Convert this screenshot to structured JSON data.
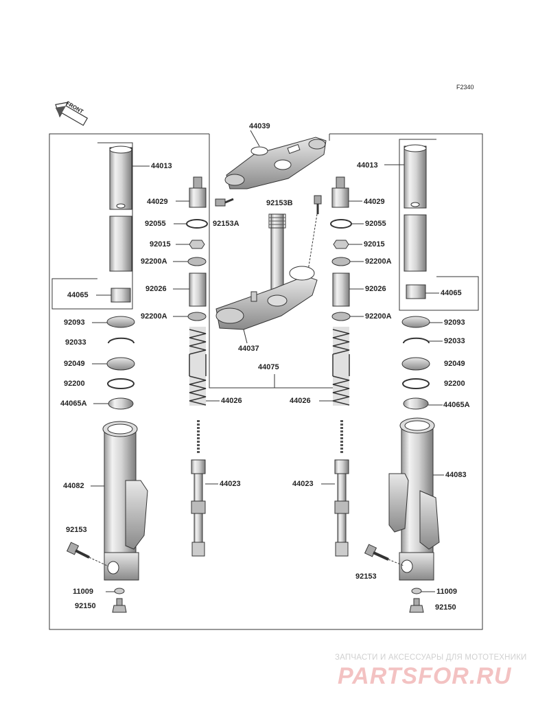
{
  "diagram_code": "F2340",
  "front_marker": "FRONT",
  "labels": {
    "top_bracket": "44039",
    "fork_tube_l": "44013",
    "fork_tube_r": "44013",
    "cap_bolt_l": "44029",
    "cap_bolt_r": "44029",
    "oring_l": "92055",
    "oring_r": "92055",
    "bolt_92153a": "92153A",
    "bolt_92153b": "92153B",
    "nut_l": "92015",
    "nut_r": "92015",
    "washer_upper_l": "92200A",
    "washer_upper_r": "92200A",
    "spacer_l": "92026",
    "spacer_r": "92026",
    "washer_lower_l": "92200A",
    "washer_lower_r": "92200A",
    "bushing_upper_l": "44065",
    "bushing_upper_r": "44065",
    "dust_seal_l": "92093",
    "dust_seal_r": "92093",
    "circlip_l": "92033",
    "circlip_r": "92033",
    "oil_seal_l": "92049",
    "oil_seal_r": "92049",
    "seal_washer_l": "92200",
    "seal_washer_r": "92200",
    "bushing_lower_l": "44065A",
    "bushing_lower_r": "44065A",
    "stem_bracket": "44037",
    "fork_assy": "44075",
    "spring_l": "44026",
    "spring_r": "44026",
    "cylinder_l": "44023",
    "cylinder_r": "44023",
    "outer_tube_l": "44082",
    "outer_tube_r": "44083",
    "axle_bolt_l": "92153",
    "axle_bolt_r": "92153",
    "gasket_l": "11009",
    "gasket_r": "11009",
    "drain_bolt_l": "92150",
    "drain_bolt_r": "92150"
  },
  "watermark": {
    "tagline": "ЗАПЧАСТИ И АКСЕССУАРЫ ДЛЯ МОТОТЕХНИКИ",
    "logo": "PARTSFOR.RU"
  }
}
